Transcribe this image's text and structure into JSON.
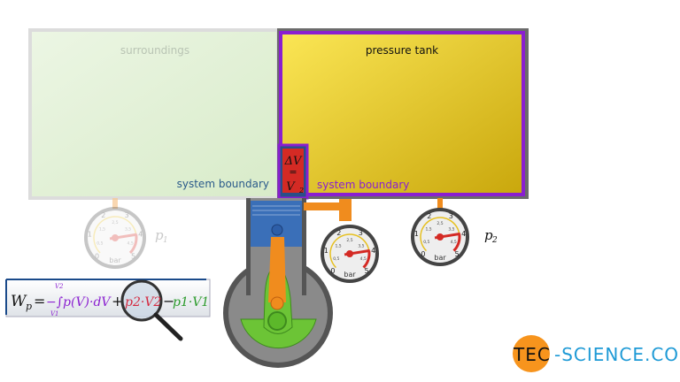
{
  "surroundings": {
    "label": "surroundings",
    "boundary_label": "system boundary"
  },
  "tank": {
    "label": "pressure tank",
    "boundary_label": "system boundary"
  },
  "delta_v": {
    "top": "ΔV",
    "eq": "=",
    "bottom": "V",
    "bottom_sub": "2"
  },
  "gauges": {
    "unit": "bar",
    "major_labels": [
      "0",
      "1",
      "2",
      "3",
      "4",
      "5"
    ],
    "minor_labels": [
      "0,5",
      "1,5",
      "2,5",
      "3,5",
      "4,5"
    ],
    "p1_label": "p",
    "p1_sub": "1",
    "p2_label": "p",
    "p2_sub": "2",
    "reading_bar": 4
  },
  "formula": {
    "lhs": "W",
    "lhs_sub": "p",
    "eq": "=",
    "integral": "−∫p(V)·dV",
    "upper": "V2",
    "lower": "V1",
    "plus": "+",
    "term2": "p2·V2",
    "minus": "−",
    "term3": "p1·V1"
  },
  "logo": {
    "part1": "TEC",
    "part2": "-SCIENCE.COM"
  },
  "colors": {
    "tank_yellow": "#e8c828",
    "boundary_purple": "#8a1fd0",
    "surroundings_green": "#e4f1da",
    "piston_blue": "#3a6fb8",
    "rod_orange": "#f08c1e",
    "crank_green": "#6cc436",
    "logo_orange": "#f7941d",
    "logo_blue": "#1e9ad6"
  }
}
